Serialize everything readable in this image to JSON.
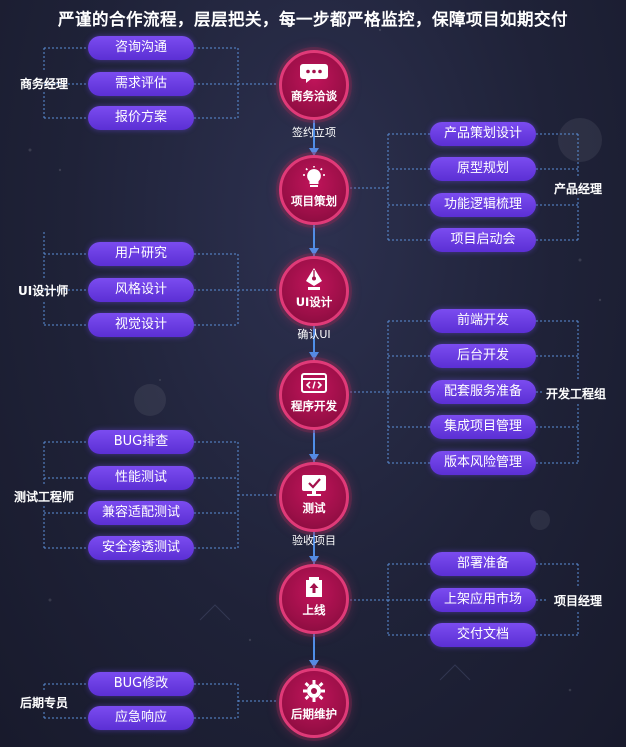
{
  "title": "严谨的合作流程，层层把关，每一步都严格监控，保障项目如期交付",
  "steps": [
    {
      "label": "商务洽谈",
      "icon": "chat-bubble-icon"
    },
    {
      "label": "项目策划",
      "icon": "lightbulb-icon"
    },
    {
      "label": "UI设计",
      "icon": "pen-nib-icon"
    },
    {
      "label": "程序开发",
      "icon": "code-window-icon"
    },
    {
      "label": "测试",
      "icon": "monitor-check-icon"
    },
    {
      "label": "上线",
      "icon": "upload-box-icon"
    },
    {
      "label": "后期维护",
      "icon": "gear-icon"
    }
  ],
  "connectors": [
    "签约立项",
    "确认UI",
    "验收项目"
  ],
  "groups": {
    "business": {
      "role": "商务经理",
      "items": [
        "咨询沟通",
        "需求评估",
        "报价方案"
      ]
    },
    "product": {
      "role": "产品经理",
      "items": [
        "产品策划设计",
        "原型规划",
        "功能逻辑梳理",
        "项目启动会"
      ]
    },
    "ui": {
      "role": "UI设计师",
      "items": [
        "用户研究",
        "风格设计",
        "视觉设计"
      ]
    },
    "dev": {
      "role": "开发工程组",
      "items": [
        "前端开发",
        "后台开发",
        "配套服务准备",
        "集成项目管理",
        "版本风险管理"
      ]
    },
    "test": {
      "role": "测试工程师",
      "items": [
        "BUG排查",
        "性能测试",
        "兼容适配测试",
        "安全渗透测试"
      ]
    },
    "launch": {
      "role": "项目经理",
      "items": [
        "部署准备",
        "上架应用市场",
        "交付文档"
      ]
    },
    "maint": {
      "role": "后期专员",
      "items": [
        "BUG修改",
        "应急响应"
      ]
    }
  },
  "colors": {
    "node": "#a3104b",
    "node_ring": "#e03a78",
    "pill": "#6a3ae6",
    "line": "#4f8fe8"
  }
}
